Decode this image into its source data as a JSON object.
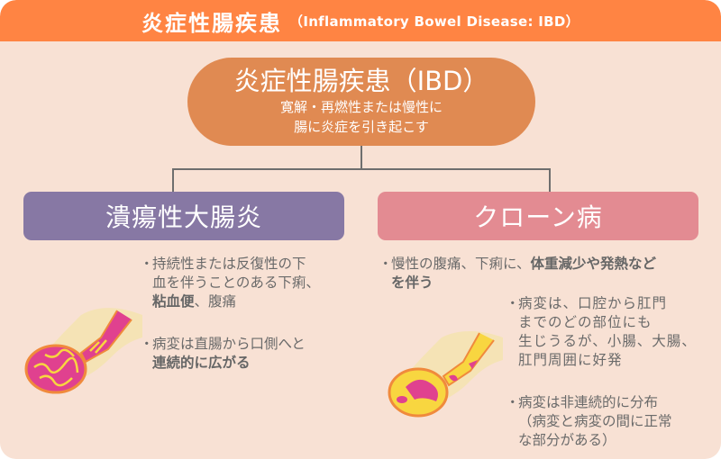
{
  "header": {
    "title_jp": "炎症性腸疾患",
    "title_en": "（Inflammatory Bowel Disease: IBD）"
  },
  "root": {
    "title": "炎症性腸疾患（IBD）",
    "desc_line1": "寛解・再燃性または慢性に",
    "desc_line2": "腸に炎症を引き起こす"
  },
  "ulcerative_colitis": {
    "label": "潰瘍性大腸炎",
    "bullet1": {
      "line1": "持続性または反復性の下",
      "line2": "血を伴うことのある下痢、",
      "line3_bold": "粘血便",
      "line3_rest": "、腹痛"
    },
    "bullet2": {
      "line1": "病変は直腸から口側へと",
      "line2_bold": "連続的に広がる"
    },
    "illustration": "continuous-inflammation-colon-illustration"
  },
  "crohns": {
    "label": "クローン病",
    "bullet1": {
      "line1_plain": "慢性の腹痛、下痢に、",
      "line1_bold": "体重減少や発熱など",
      "line2_bold": "を伴う"
    },
    "bullet2": {
      "line1": "病変は、口腔から肛門",
      "line2": "までのどの部位にも",
      "line3": "生じうるが、小腸、大腸、",
      "line4": "肛門周囲に好発"
    },
    "bullet3": {
      "line1": "病変は非連続的に分布",
      "line2": "（病変と病変の間に正常",
      "line3": "な部分がある）"
    },
    "illustration": "skip-lesion-intestine-illustration"
  },
  "bullet_glyph": "・",
  "colors": {
    "header": "#ff8443",
    "background": "#f8e1d4",
    "root": "#e08a52",
    "ulcerative_colitis": "#8778a4",
    "crohns": "#e38b92",
    "text": "#6a6a6a",
    "connector": "#6e6e6e"
  }
}
